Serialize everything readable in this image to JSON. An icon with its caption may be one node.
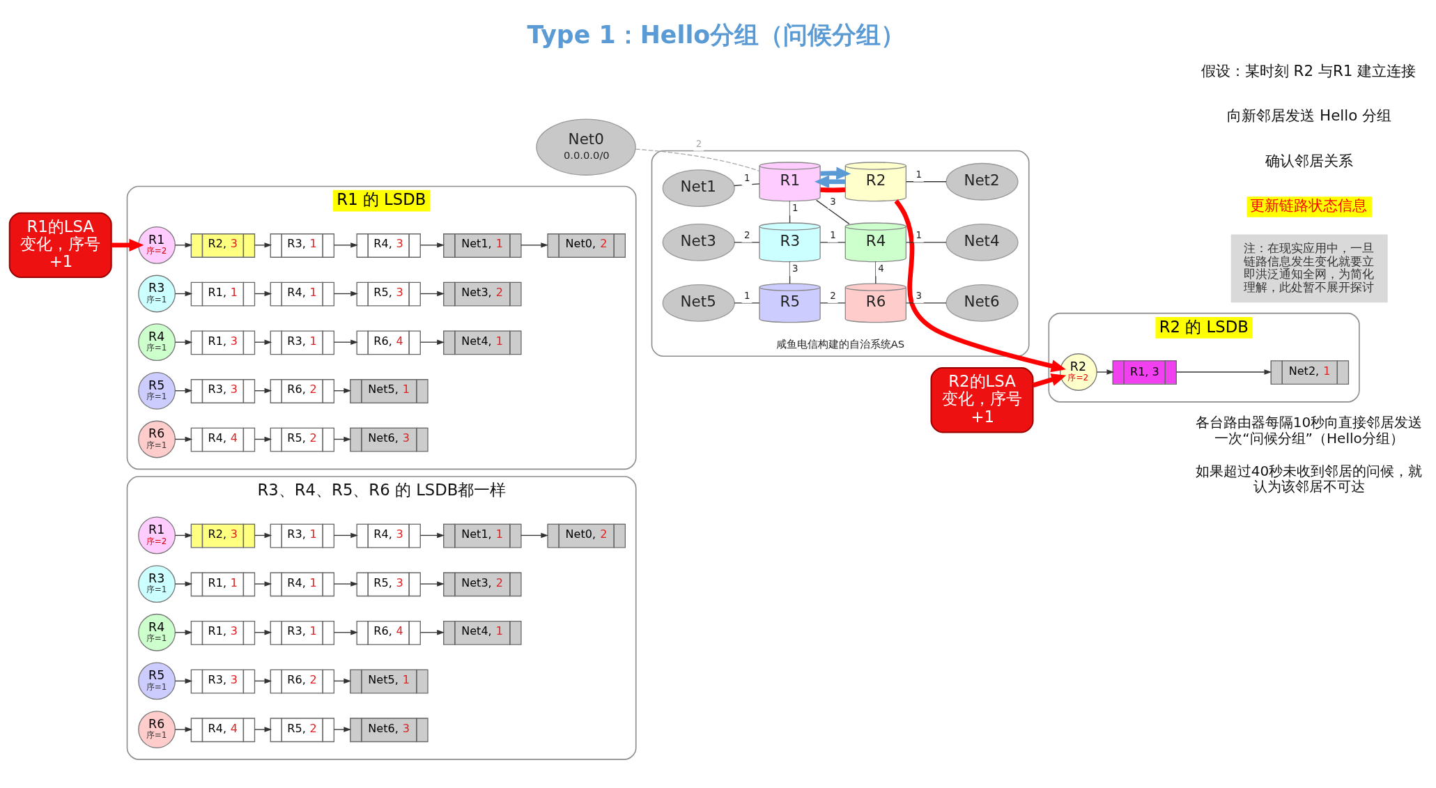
{
  "diagram": {
    "title": "Type 1：Hello分组（问候分组）",
    "nodes": [
      {
        "text": [
          "R1的LSA变化，序号+1"
        ]
      },
      {
        "text": [
          "R1 的 LSDB"
        ]
      },
      {
        "text": [
          "R1",
          "序=2"
        ],
        "in": 1
      },
      {
        "text": [
          "R2, 3"
        ],
        "in": 1
      },
      {
        "text": [
          "R3, 1"
        ],
        "in": 1
      },
      {
        "text": [
          "R4, 3"
        ],
        "in": 1
      },
      {
        "text": [
          "Net1, 1"
        ],
        "in": 1
      },
      {
        "text": [
          "Net0, 2"
        ],
        "in": 1
      },
      {
        "text": [
          "R3",
          "序=1"
        ],
        "in": 1
      },
      {
        "text": [
          "R1, 1"
        ],
        "in": 1
      },
      {
        "text": [
          "R4, 1"
        ],
        "in": 1
      },
      {
        "text": [
          "R5, 3"
        ],
        "in": 1
      },
      {
        "text": [
          "Net3, 2"
        ],
        "in": 1
      },
      {
        "text": [
          "R4",
          "序=1"
        ],
        "in": 1
      },
      {
        "text": [
          "R1, 3"
        ],
        "in": 1
      },
      {
        "text": [
          "R3, 1"
        ],
        "in": 1
      },
      {
        "text": [
          "R6, 4"
        ],
        "in": 1
      },
      {
        "text": [
          "Net4, 1"
        ],
        "in": 1
      },
      {
        "text": [
          "R5",
          "序=1"
        ],
        "in": 1
      },
      {
        "text": [
          "R3, 3"
        ],
        "in": 1
      },
      {
        "text": [
          "R6, 2"
        ],
        "in": 1
      },
      {
        "text": [
          "Net5, 1"
        ],
        "in": 1
      },
      {
        "text": [
          "R6",
          "序=1"
        ],
        "in": 1
      },
      {
        "text": [
          "R4, 4"
        ],
        "in": 1
      },
      {
        "text": [
          "R5, 2"
        ],
        "in": 1
      },
      {
        "text": [
          "Net6, 3"
        ],
        "in": 1
      },
      {
        "text": [
          "R3、R4、R5、R6 的 LSDB都一样"
        ]
      },
      {
        "text": [
          "R1",
          "序=2"
        ],
        "in": 26
      },
      {
        "text": [
          "R2, 3"
        ],
        "in": 26
      },
      {
        "text": [
          "R3, 1"
        ],
        "in": 26
      },
      {
        "text": [
          "R4, 3"
        ],
        "in": 26
      },
      {
        "text": [
          "Net1, 1"
        ],
        "in": 26
      },
      {
        "text": [
          "Net0, 2"
        ],
        "in": 26
      },
      {
        "text": [
          "R3",
          "序=1"
        ],
        "in": 26
      },
      {
        "text": [
          "R1, 1"
        ],
        "in": 26
      },
      {
        "text": [
          "R4, 1"
        ],
        "in": 26
      },
      {
        "text": [
          "R5, 3"
        ],
        "in": 26
      },
      {
        "text": [
          "Net3, 2"
        ],
        "in": 26
      },
      {
        "text": [
          "R4",
          "序=1"
        ],
        "in": 26
      },
      {
        "text": [
          "R1, 3"
        ],
        "in": 26
      },
      {
        "text": [
          "R3, 1"
        ],
        "in": 26
      },
      {
        "text": [
          "R6, 4"
        ],
        "in": 26
      },
      {
        "text": [
          "Net4, 1"
        ],
        "in": 26
      },
      {
        "text": [
          "R5",
          "序=1"
        ],
        "in": 26
      },
      {
        "text": [
          "R3, 3"
        ],
        "in": 26
      },
      {
        "text": [
          "R6, 2"
        ],
        "in": 26
      },
      {
        "text": [
          "Net5, 1"
        ],
        "in": 26
      },
      {
        "text": [
          "R6",
          "序=1"
        ],
        "in": 26
      },
      {
        "text": [
          "R4, 4"
        ],
        "in": 26
      },
      {
        "text": [
          "R5, 2"
        ],
        "in": 26
      },
      {
        "text": [
          "Net6, 3"
        ],
        "in": 26
      },
      {
        "text": [
          "Net0",
          "0.0.0.0/0"
        ]
      },
      {
        "text": [
          "咸鱼电信构建的自治系统AS"
        ]
      },
      {
        "text": [
          "Net1"
        ],
        "in": 52
      },
      {
        "text": [
          "R1"
        ],
        "in": 52
      },
      {
        "text": [
          "R2"
        ],
        "in": 52
      },
      {
        "text": [
          "Net2"
        ],
        "in": 52
      },
      {
        "text": [
          "Net3"
        ],
        "in": 52
      },
      {
        "text": [
          "R3"
        ],
        "in": 52
      },
      {
        "text": [
          "R4"
        ],
        "in": 52
      },
      {
        "text": [
          "Net4"
        ],
        "in": 52
      },
      {
        "text": [
          "Net5"
        ],
        "in": 52
      },
      {
        "text": [
          "R5"
        ],
        "in": 52
      },
      {
        "text": [
          "R6"
        ],
        "in": 52
      },
      {
        "text": [
          "Net6"
        ],
        "in": 52
      },
      {
        "text": [
          "注：在现实应用中，一旦链路信息发生变化就要立即洪泛通知全网，为简化理解，此处暂不展开探讨"
        ]
      },
      {
        "text": [
          "R2 的 LSDB"
        ]
      },
      {
        "text": [
          "R2",
          "序=2"
        ],
        "in": 66
      },
      {
        "text": [
          "R1, 3"
        ],
        "in": 66
      },
      {
        "text": [
          "Net2, 1"
        ],
        "in": 66
      },
      {
        "text": [
          "R2的LSA变化，序号+1"
        ]
      }
    ],
    "edges": [
      {
        "from": 0,
        "to": 2,
        "arrow": "to",
        "style": "thick",
        "color": "#ff0000"
      },
      {
        "from": 2,
        "to": 3,
        "arrow": "to"
      },
      {
        "from": 3,
        "to": 4,
        "arrow": "to"
      },
      {
        "from": 4,
        "to": 5,
        "arrow": "to"
      },
      {
        "from": 5,
        "to": 6,
        "arrow": "to"
      },
      {
        "from": 6,
        "to": 7,
        "arrow": "to"
      },
      {
        "from": 8,
        "to": 9,
        "arrow": "to"
      },
      {
        "from": 9,
        "to": 10,
        "arrow": "to"
      },
      {
        "from": 10,
        "to": 11,
        "arrow": "to"
      },
      {
        "from": 11,
        "to": 12,
        "arrow": "to"
      },
      {
        "from": 13,
        "to": 14,
        "arrow": "to"
      },
      {
        "from": 14,
        "to": 15,
        "arrow": "to"
      },
      {
        "from": 15,
        "to": 16,
        "arrow": "to"
      },
      {
        "from": 16,
        "to": 17,
        "arrow": "to"
      },
      {
        "from": 18,
        "to": 19,
        "arrow": "to"
      },
      {
        "from": 19,
        "to": 20,
        "arrow": "to"
      },
      {
        "from": 20,
        "to": 21,
        "arrow": "to"
      },
      {
        "from": 22,
        "to": 23,
        "arrow": "to"
      },
      {
        "from": 23,
        "to": 24,
        "arrow": "to"
      },
      {
        "from": 24,
        "to": 25,
        "arrow": "to"
      },
      {
        "from": 27,
        "to": 28,
        "arrow": "to"
      },
      {
        "from": 28,
        "to": 29,
        "arrow": "to"
      },
      {
        "from": 29,
        "to": 30,
        "arrow": "to"
      },
      {
        "from": 30,
        "to": 31,
        "arrow": "to"
      },
      {
        "from": 31,
        "to": 32,
        "arrow": "to"
      },
      {
        "from": 33,
        "to": 34,
        "arrow": "to"
      },
      {
        "from": 34,
        "to": 35,
        "arrow": "to"
      },
      {
        "from": 35,
        "to": 36,
        "arrow": "to"
      },
      {
        "from": 36,
        "to": 37,
        "arrow": "to"
      },
      {
        "from": 38,
        "to": 39,
        "arrow": "to"
      },
      {
        "from": 39,
        "to": 40,
        "arrow": "to"
      },
      {
        "from": 40,
        "to": 41,
        "arrow": "to"
      },
      {
        "from": 41,
        "to": 42,
        "arrow": "to"
      },
      {
        "from": 43,
        "to": 44,
        "arrow": "to"
      },
      {
        "from": 44,
        "to": 45,
        "arrow": "to"
      },
      {
        "from": 45,
        "to": 46,
        "arrow": "to"
      },
      {
        "from": 47,
        "to": 48,
        "arrow": "to"
      },
      {
        "from": 48,
        "to": 49,
        "arrow": "to"
      },
      {
        "from": 49,
        "to": 50,
        "arrow": "to"
      },
      {
        "from": 51,
        "to": 54,
        "arrow": "none",
        "label": "2",
        "style": "dashed",
        "color": "#aaaaaa"
      },
      {
        "from": 53,
        "to": 54,
        "arrow": "none",
        "label": "1"
      },
      {
        "from": 54,
        "to": 55,
        "arrow": "none",
        "style": "thick",
        "color": "#ff0000"
      },
      {
        "from": 55,
        "to": 54,
        "arrow": "to",
        "style": "thick",
        "color": "#5b9bd5"
      },
      {
        "from": 54,
        "to": 55,
        "arrow": "to",
        "style": "thick",
        "color": "#5b9bd5"
      },
      {
        "from": 55,
        "to": 56,
        "arrow": "none",
        "label": "1"
      },
      {
        "from": 58,
        "to": 54,
        "arrow": "none",
        "label": "1"
      },
      {
        "from": 54,
        "to": 59,
        "arrow": "none",
        "label": "3"
      },
      {
        "from": 57,
        "to": 58,
        "arrow": "none",
        "label": "2"
      },
      {
        "from": 58,
        "to": 59,
        "arrow": "none",
        "label": "1"
      },
      {
        "from": 59,
        "to": 60,
        "arrow": "none",
        "label": "1"
      },
      {
        "from": 62,
        "to": 58,
        "arrow": "none",
        "label": "3"
      },
      {
        "from": 63,
        "to": 59,
        "arrow": "none",
        "label": "4"
      },
      {
        "from": 61,
        "to": 62,
        "arrow": "none",
        "label": "1"
      },
      {
        "from": 62,
        "to": 63,
        "arrow": "none",
        "label": "2"
      },
      {
        "from": 63,
        "to": 64,
        "arrow": "none",
        "label": "3"
      },
      {
        "from": 55,
        "to": 67,
        "arrow": "to",
        "style": "thick",
        "color": "#ff0000"
      },
      {
        "from": 67,
        "to": 68,
        "arrow": "to"
      },
      {
        "from": 68,
        "to": 69,
        "arrow": "to"
      },
      {
        "from": 70,
        "to": 67,
        "arrow": "to",
        "style": "thick",
        "color": "#ff0000"
      }
    ],
    "labels": [
      "假设：某时刻 R2 与R1 建立连接",
      "向新邻居发送 Hello 分组",
      "确认邻居关系",
      "更新链路状态信息",
      "各台路由器每隔10秒向直接邻居发送一次“问候分组”（Hello分组）",
      "如果超过40秒未收到邻居的问候，就认为该邻居不可达"
    ]
  }
}
